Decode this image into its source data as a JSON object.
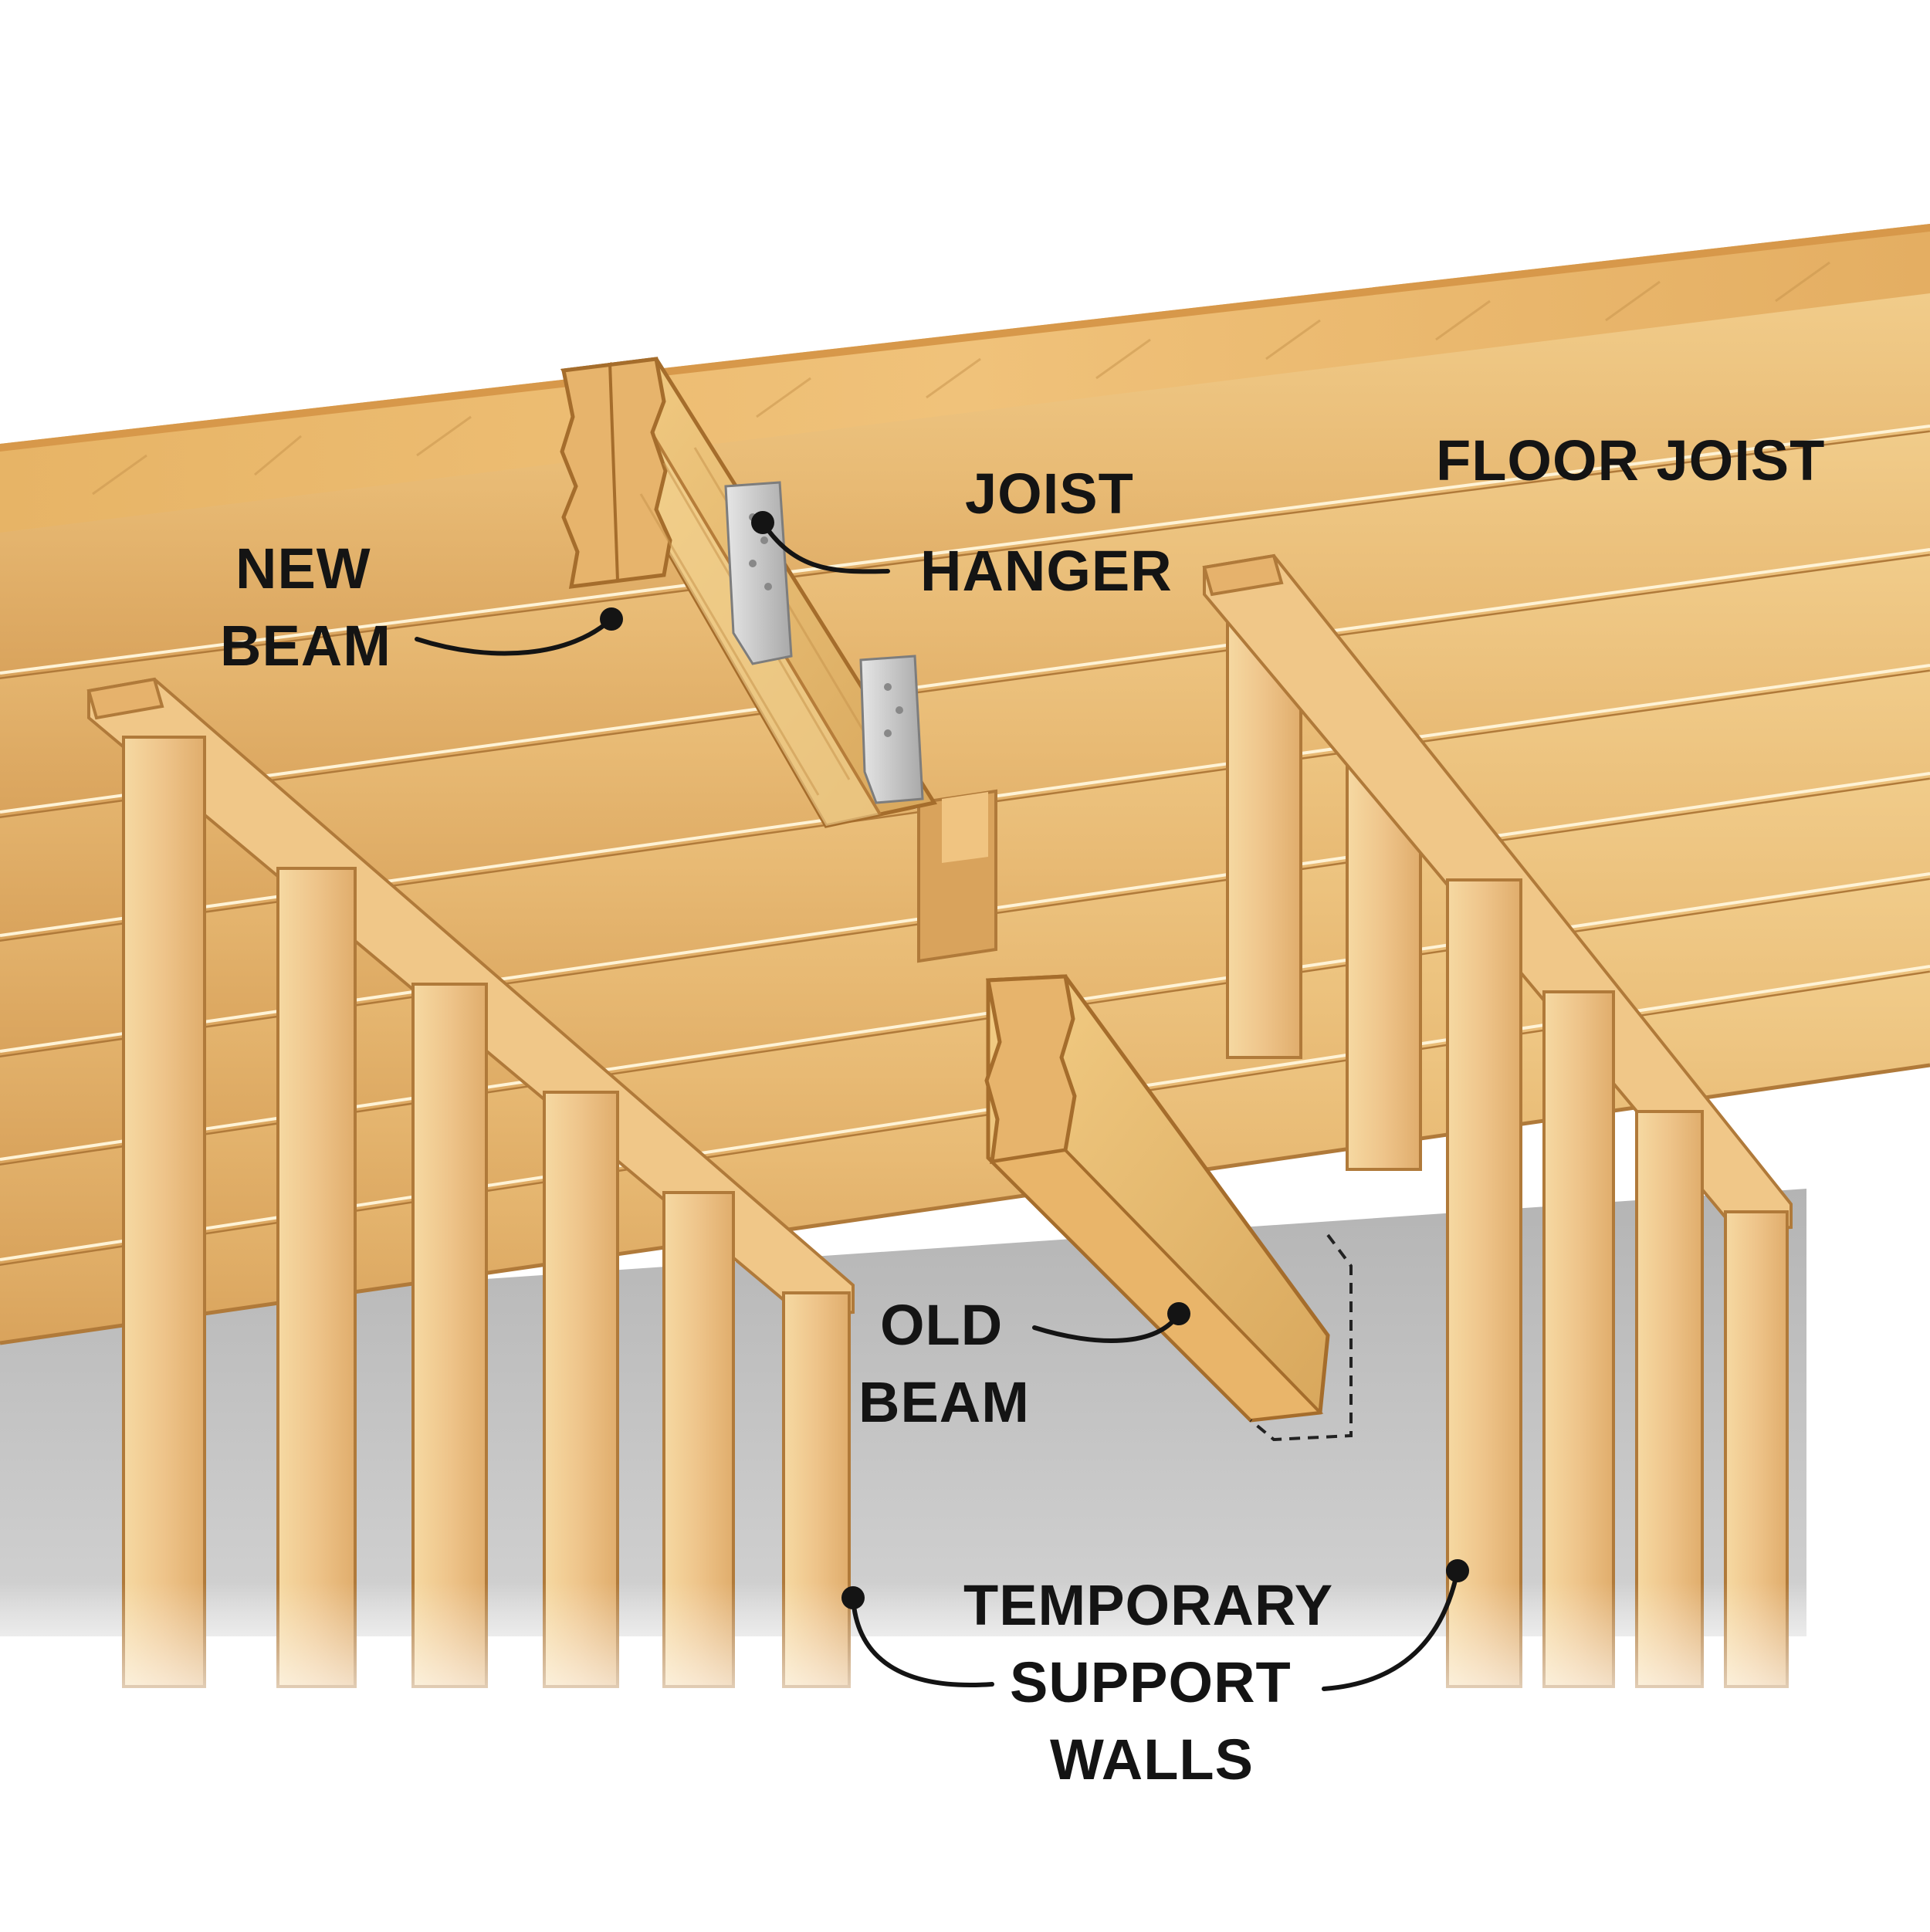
{
  "labels": {
    "floor_joist": "FLOOR JOIST",
    "joist_hanger_line1": "JOIST",
    "joist_hanger_line2": "HANGER",
    "new_beam_line1": "NEW",
    "new_beam_line2": "BEAM",
    "old_beam_line1": "OLD",
    "old_beam_line2": "BEAM",
    "temp_walls_line1": "TEMPORARY",
    "temp_walls_line2": "SUPPORT",
    "temp_walls_line3": "WALLS"
  },
  "colors": {
    "wood_light": "#f3cf8c",
    "wood_mid": "#e6b56e",
    "wood_dark": "#c98f45",
    "subfloor": "#e9b86a",
    "wall_gray": "#bdbdbd",
    "hanger_metal": "#cfcfcf",
    "label_text": "#141414"
  }
}
